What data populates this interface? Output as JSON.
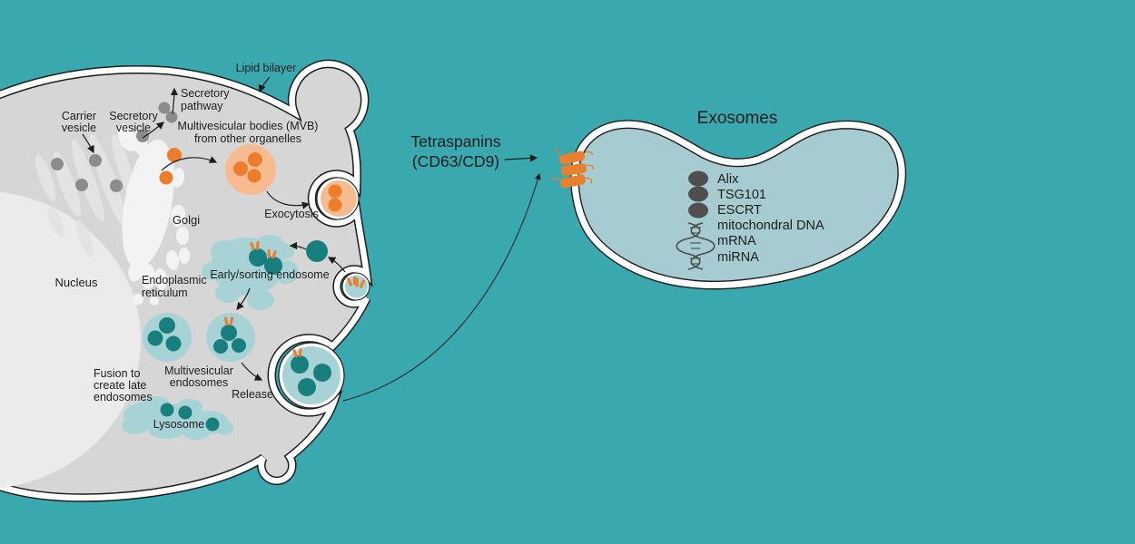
{
  "diagram": {
    "type": "exosome-biogenesis-cell-diagram",
    "colors": {
      "background": "#3aa8af",
      "cell_body": "#d6d6d6",
      "nucleus": "#ebebeb",
      "endoplasmic_reticulum": "#e3e3e3",
      "golgi": "#f3f3f3",
      "membrane_white": "#ffffff",
      "outline": "#1d1d1d",
      "endosome_light_teal": "#a8d3d6",
      "vesicle_dark_teal": "#17807e",
      "orange": "#ee7c2b",
      "peach": "#f6bb90",
      "gray_vesicle": "#8c8c8c",
      "exosome_fill": "#a6cbd1",
      "protein_dark": "#4f4f4f",
      "text": "#1d1d1d"
    },
    "cell": {
      "labels": {
        "lipid_bilayer": "Lipid bilayer",
        "secretory_pathway": [
          "Secretory",
          "pathway"
        ],
        "carrier_vesicle": [
          "Carrier",
          "vesicle"
        ],
        "secretory_vesicle": [
          "Secretory",
          "vesicle"
        ],
        "mvb": [
          "Multivesicular bodies (MVB)",
          "from other organelles"
        ],
        "golgi": "Golgi",
        "nucleus": "Nucleus",
        "endoplasmic_reticulum": [
          "Endoplasmic",
          "reticulum"
        ],
        "early_endosome": "Early/sorting endosome",
        "exocytosis": "Exocytosis",
        "multivesicular_endosomes": [
          "Multivesicular",
          "endosomes"
        ],
        "fusion_late_endosomes": [
          "Fusion to",
          "create late",
          "endosomes"
        ],
        "release": "Release",
        "lysosome": "Lysosome"
      }
    },
    "tetraspanins": {
      "label": [
        "Tetraspanins",
        "(CD63/CD9)"
      ]
    },
    "exosome": {
      "title": "Exosomes",
      "cargo": [
        "Alix",
        "TSG101",
        "ESCRT",
        "mitochondral DNA",
        "mRNA",
        "miRNA"
      ]
    }
  }
}
